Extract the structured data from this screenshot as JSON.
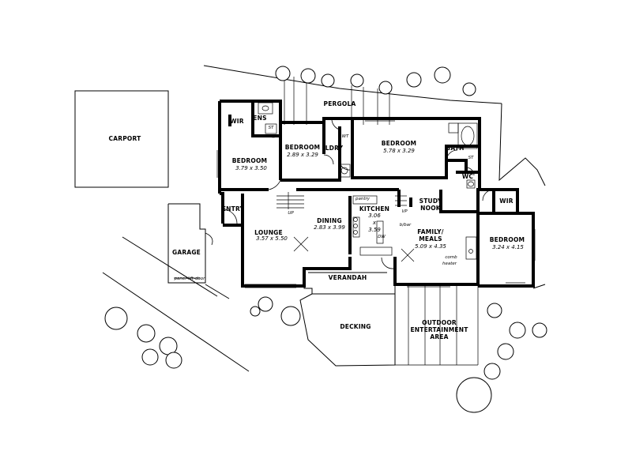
{
  "plan": {
    "carport": "CARPORT",
    "garage": "GARAGE",
    "garage_door": "panel-lift-door",
    "pergola": "PERGOLA",
    "wir": "WIR",
    "ens": "ENS",
    "st": "ST",
    "wt": "WT",
    "ldry": "LDRY",
    "bath": "BATH",
    "wc": "WC",
    "bed_master": {
      "name": "BEDROOM",
      "size": "3.79 x 3.50"
    },
    "bed_2": {
      "name": "BEDROOM",
      "size": "2.89 x 3.29"
    },
    "bed_3": {
      "name": "BEDROOM",
      "size": "5.78 x 3.29"
    },
    "bed_4": {
      "name": "BEDROOM",
      "size": "3.24 x 4.15"
    },
    "wir_2": "WIR",
    "entry": "ENTRY",
    "up": "UP",
    "lounge": {
      "name": "LOUNGE",
      "size": "3.57 x 5.50"
    },
    "dining": {
      "name": "DINING",
      "size": "2.83 x 3.99"
    },
    "kitchen": {
      "name": "KITCHEN",
      "size_1": "3.06",
      "size_x": "x",
      "size_2": "3.59"
    },
    "pantry": "pantry",
    "dw": "DW",
    "bbar": "b/bar",
    "study": {
      "line1": "STUDY",
      "line2": "NOOK"
    },
    "family": {
      "line1": "FAMILY/",
      "line2": "MEALS",
      "size": "5.09 x 4.35"
    },
    "heater": {
      "line1": "comb",
      "line2": "heater"
    },
    "vp": "VP",
    "verandah": "VERANDAH",
    "decking": "DECKING",
    "outdoor": {
      "line1": "OUTDOOR",
      "line2": "ENTERTAINMENT",
      "line3": "AREA"
    }
  }
}
